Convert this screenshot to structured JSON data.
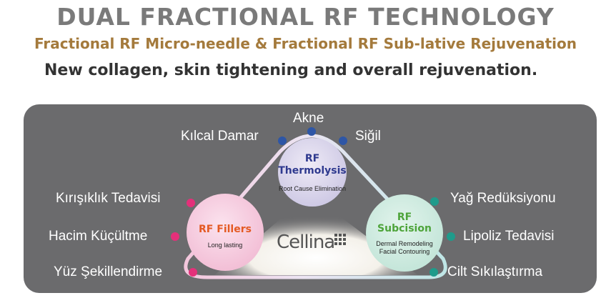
{
  "header": {
    "title": "DUAL FRACTIONAL RF TECHNOLOGY",
    "subtitle": "Fractional RF Micro-needle  &  Fractional RF Sub-lative Rejuvenation",
    "tagline": "New collagen, skin tightening and overall rejuvenation."
  },
  "top": {
    "labels": {
      "left": "Kılcal Damar",
      "center": "Akne",
      "right": "Siğil"
    },
    "circle": {
      "line1": "RF",
      "line2": "Thermolysis",
      "sub": "Root Cause Elimination"
    }
  },
  "left": {
    "labels": [
      "Kırışıklık Tedavisi",
      "Hacim Küçültme",
      "Yüz Şekillendirme"
    ],
    "circle": {
      "title": "RF Fillers",
      "sub": "Long lasting"
    }
  },
  "right": {
    "labels": [
      "Yağ Redüksiyonu",
      "Lipoliz Tedavisi",
      "Cilt Sıkılaştırma"
    ],
    "circle": {
      "line1": "RF",
      "line2": "Subcision",
      "sub1": "Dermal Remodeling",
      "sub2": "Facial Contouring"
    }
  },
  "logo": {
    "text": "Cellina"
  },
  "colors": {
    "panel": "#6b6b6d",
    "top_dots": "#2e56a6",
    "left_dots": "#e4307a",
    "right_dots": "#1f9b8b",
    "thermolysis_text": "#2f3a8f",
    "fillers_text": "#e45a23",
    "subcision_text": "#4ea43b"
  }
}
